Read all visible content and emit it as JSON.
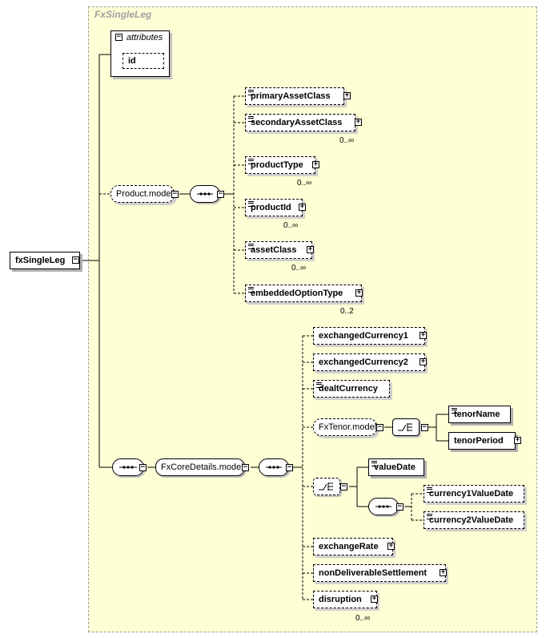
{
  "group": {
    "title": "FxSingleLeg"
  },
  "root": {
    "label": "fxSingleLeg"
  },
  "attributes": {
    "title": "attributes",
    "items": [
      "id"
    ]
  },
  "product_model": {
    "label": "Product.model",
    "children": [
      {
        "label": "primaryAssetClass",
        "card": ""
      },
      {
        "label": "secondaryAssetClass",
        "card": "0..∞"
      },
      {
        "label": "productType",
        "card": "0..∞"
      },
      {
        "label": "productId",
        "card": "0..∞"
      },
      {
        "label": "assetClass",
        "card": "0..∞"
      },
      {
        "label": "embeddedOptionType",
        "card": "0..2"
      }
    ]
  },
  "core_model": {
    "label": "FxCoreDetails.model",
    "exchanged": [
      {
        "label": "exchangedCurrency1"
      },
      {
        "label": "exchangedCurrency2"
      }
    ],
    "dealt": {
      "label": "dealtCurrency"
    },
    "tenor_model": {
      "label": "FxTenor.model",
      "children": [
        {
          "label": "tenorName"
        },
        {
          "label": "tenorPeriod"
        }
      ]
    },
    "value_date": {
      "label": "valueDate"
    },
    "currency_dates": [
      {
        "label": "currency1ValueDate"
      },
      {
        "label": "currency2ValueDate"
      }
    ],
    "tail": [
      {
        "label": "exchangeRate",
        "card": ""
      },
      {
        "label": "nonDeliverableSettlement",
        "card": ""
      },
      {
        "label": "disruption",
        "card": "0..∞"
      }
    ]
  },
  "symbols": {
    "expanded": "−",
    "collapsed": "+"
  }
}
